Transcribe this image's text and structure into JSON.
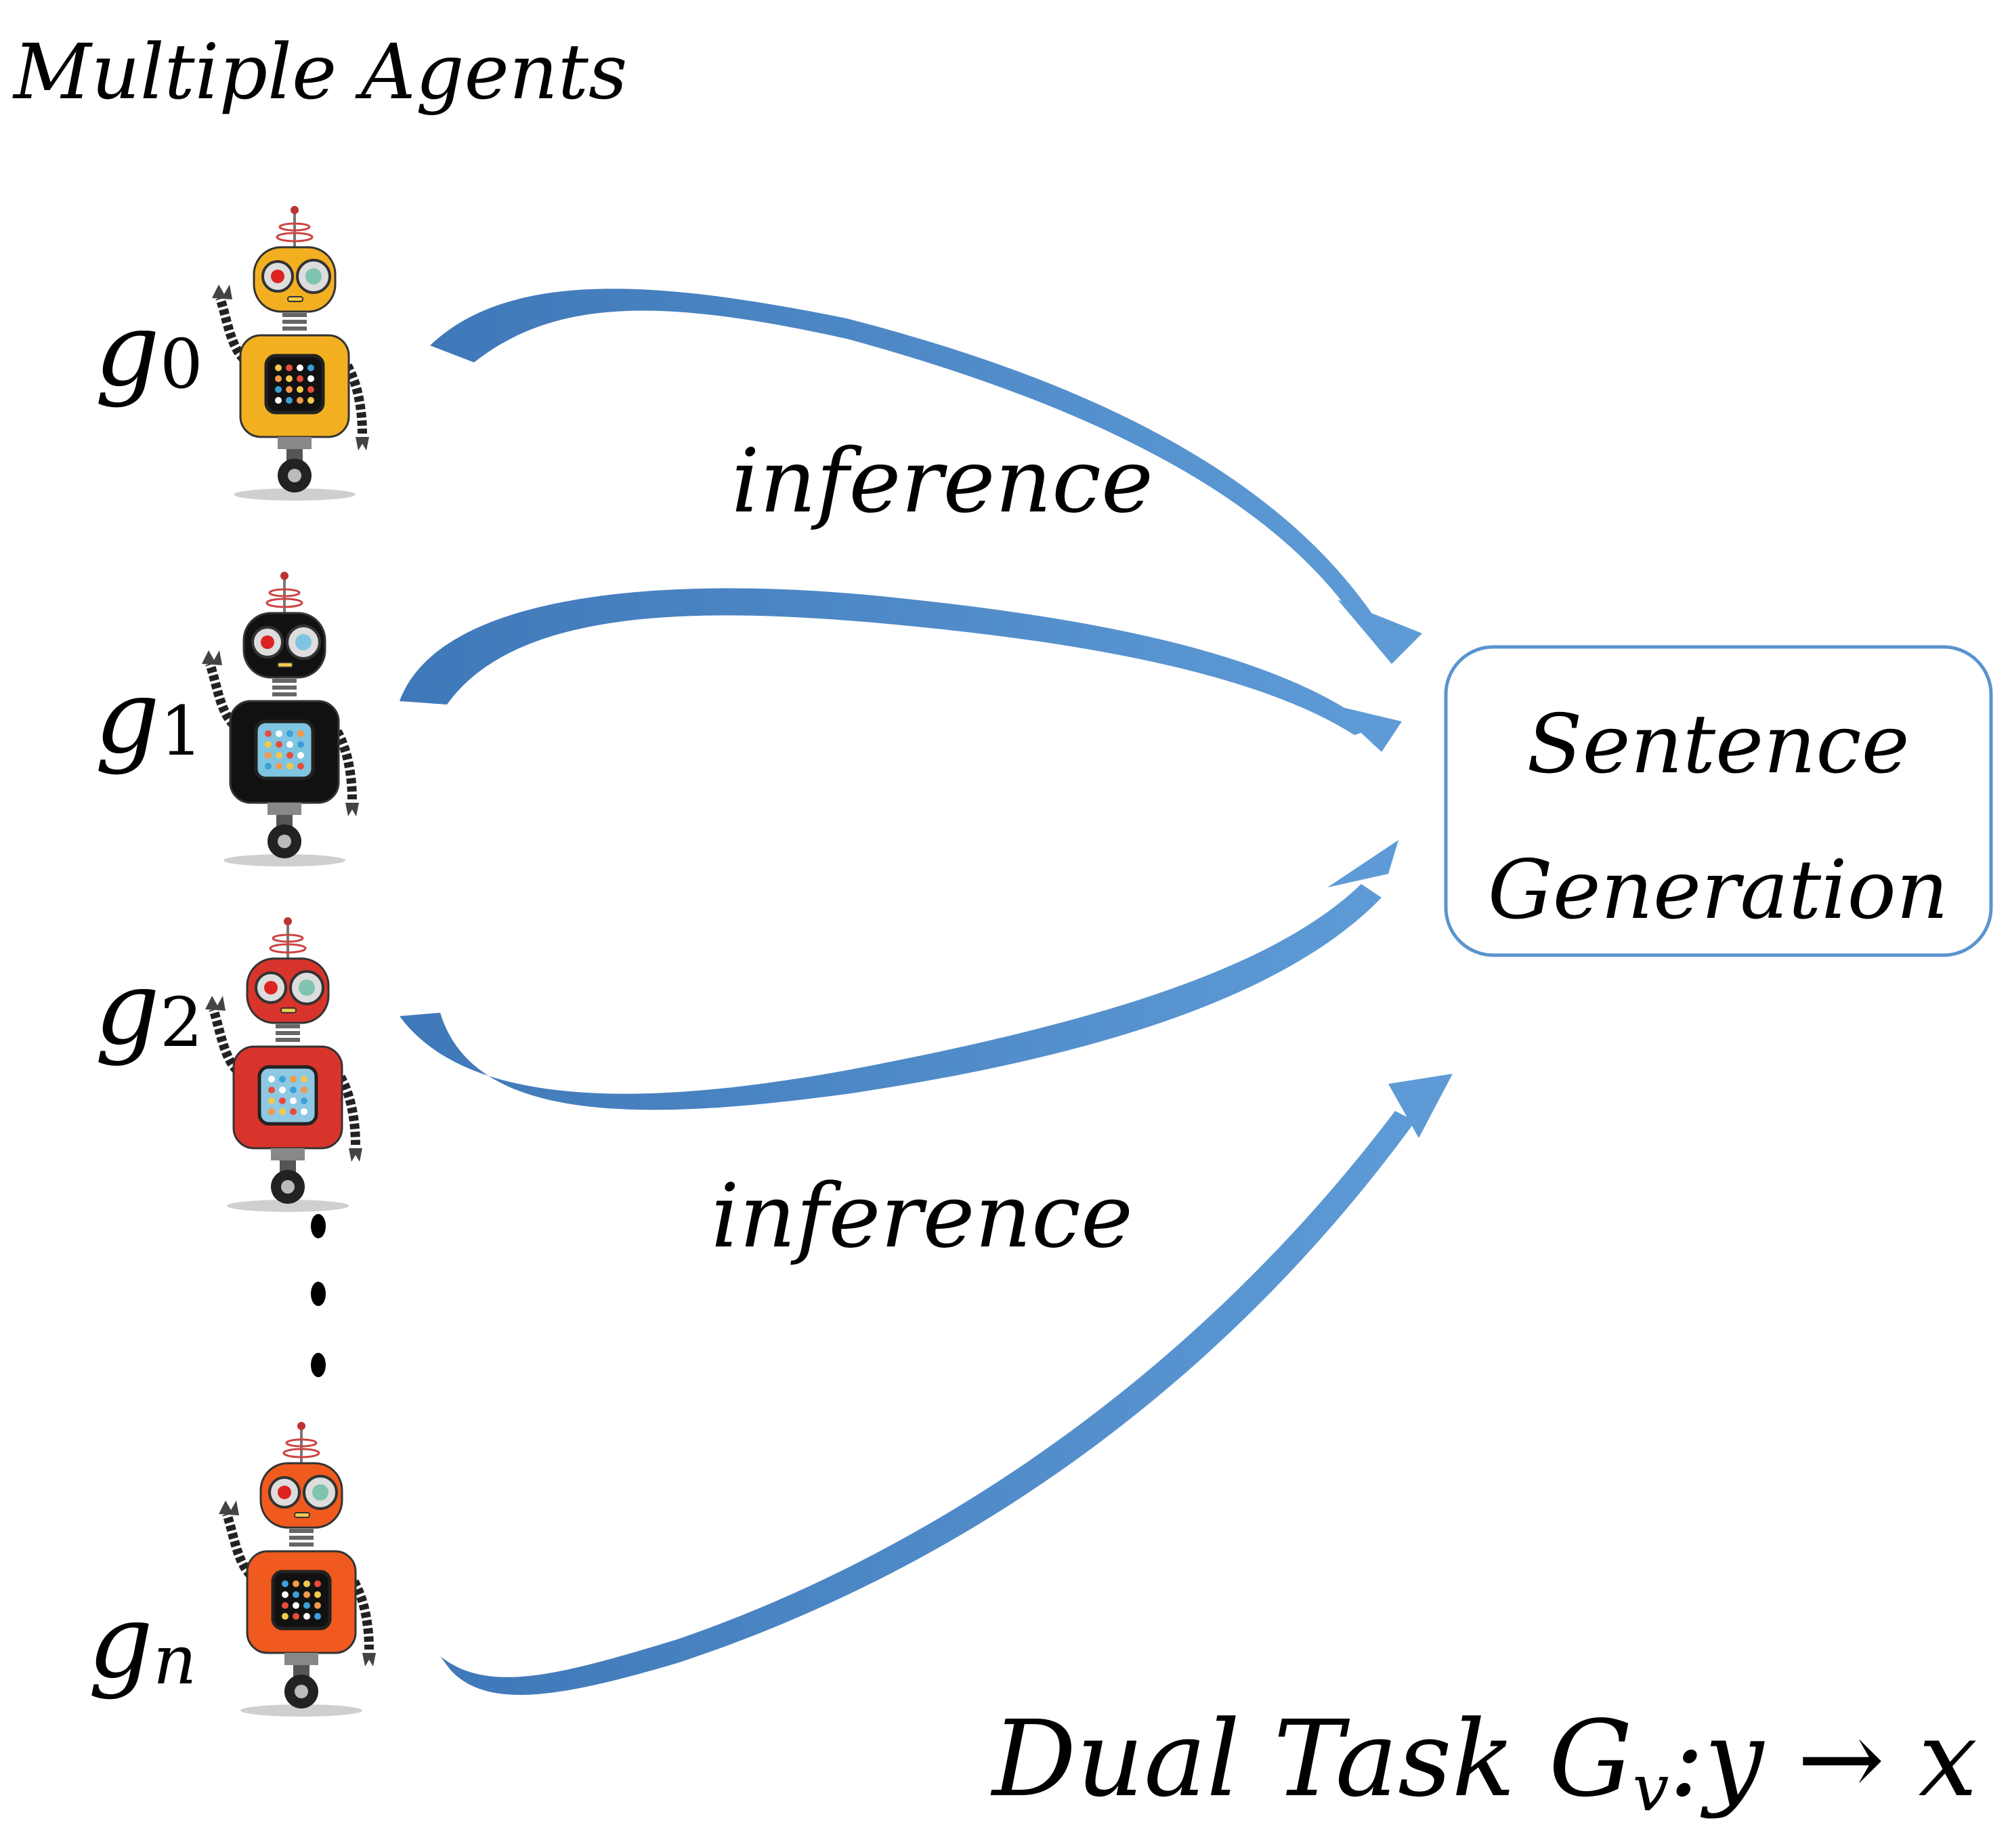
{
  "title": "Multiple Agents",
  "agents": [
    {
      "label_base": "g",
      "label_sub": "0",
      "color": "#f2b021",
      "screen_color": "#111111"
    },
    {
      "label_base": "g",
      "label_sub": "1",
      "color": "#111111",
      "screen_color": "#7fc4e0"
    },
    {
      "label_base": "g",
      "label_sub": "2",
      "color": "#d9342c",
      "screen_color": "#8fc8e2"
    },
    {
      "label_base": "g",
      "label_sub": "n",
      "color": "#f15a1e",
      "screen_color": "#111111"
    }
  ],
  "edge_label_top": "inference",
  "edge_label_bottom": "inference",
  "target_box": {
    "line1": "Sentence",
    "line2": "Generation"
  },
  "footer": {
    "prefix": "Dual Task ",
    "G": "G",
    "G_sub": "v",
    "mapping": ":y → x"
  },
  "colors": {
    "arrow": "#4a86c5",
    "arrow_light": "#5e9bd6",
    "box_border": "#5a93cf"
  }
}
